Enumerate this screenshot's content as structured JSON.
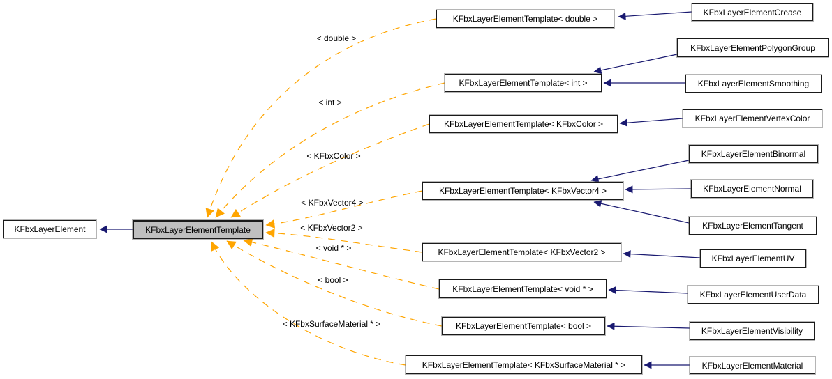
{
  "diagram": {
    "title": "KFbxLayerElementTemplate inheritance graph",
    "colors": {
      "instantiation_edge": "#ffa500",
      "inheritance_edge": "#191970",
      "focus_node_fill": "#bfbfbf",
      "node_fill": "#ffffff",
      "node_border": "#1a1a1a"
    },
    "base": {
      "label": "KFbxLayerElement"
    },
    "focus": {
      "label": "KFbxLayerElementTemplate"
    },
    "templates": [
      {
        "label": "KFbxLayerElementTemplate< double >",
        "edge_label": "< double >"
      },
      {
        "label": "KFbxLayerElementTemplate< int >",
        "edge_label": "< int >"
      },
      {
        "label": "KFbxLayerElementTemplate< KFbxColor >",
        "edge_label": "< KFbxColor >"
      },
      {
        "label": "KFbxLayerElementTemplate< KFbxVector4 >",
        "edge_label": "< KFbxVector4 >"
      },
      {
        "label": "KFbxLayerElementTemplate< KFbxVector2 >",
        "edge_label": "< KFbxVector2 >"
      },
      {
        "label": "KFbxLayerElementTemplate< void * >",
        "edge_label": "< void * >"
      },
      {
        "label": "KFbxLayerElementTemplate< bool >",
        "edge_label": "< bool >"
      },
      {
        "label": "KFbxLayerElementTemplate< KFbxSurfaceMaterial * >",
        "edge_label": "< KFbxSurfaceMaterial * >"
      }
    ],
    "leaves": [
      {
        "label": "KFbxLayerElementCrease",
        "parent": "KFbxLayerElementTemplate< double >"
      },
      {
        "label": "KFbxLayerElementPolygonGroup",
        "parent": "KFbxLayerElementTemplate< int >"
      },
      {
        "label": "KFbxLayerElementSmoothing",
        "parent": "KFbxLayerElementTemplate< int >"
      },
      {
        "label": "KFbxLayerElementVertexColor",
        "parent": "KFbxLayerElementTemplate< KFbxColor >"
      },
      {
        "label": "KFbxLayerElementBinormal",
        "parent": "KFbxLayerElementTemplate< KFbxVector4 >"
      },
      {
        "label": "KFbxLayerElementNormal",
        "parent": "KFbxLayerElementTemplate< KFbxVector4 >"
      },
      {
        "label": "KFbxLayerElementTangent",
        "parent": "KFbxLayerElementTemplate< KFbxVector4 >"
      },
      {
        "label": "KFbxLayerElementUV",
        "parent": "KFbxLayerElementTemplate< KFbxVector2 >"
      },
      {
        "label": "KFbxLayerElementUserData",
        "parent": "KFbxLayerElementTemplate< void * >"
      },
      {
        "label": "KFbxLayerElementVisibility",
        "parent": "KFbxLayerElementTemplate< bool >"
      },
      {
        "label": "KFbxLayerElementMaterial",
        "parent": "KFbxLayerElementTemplate< KFbxSurfaceMaterial * >"
      }
    ]
  }
}
